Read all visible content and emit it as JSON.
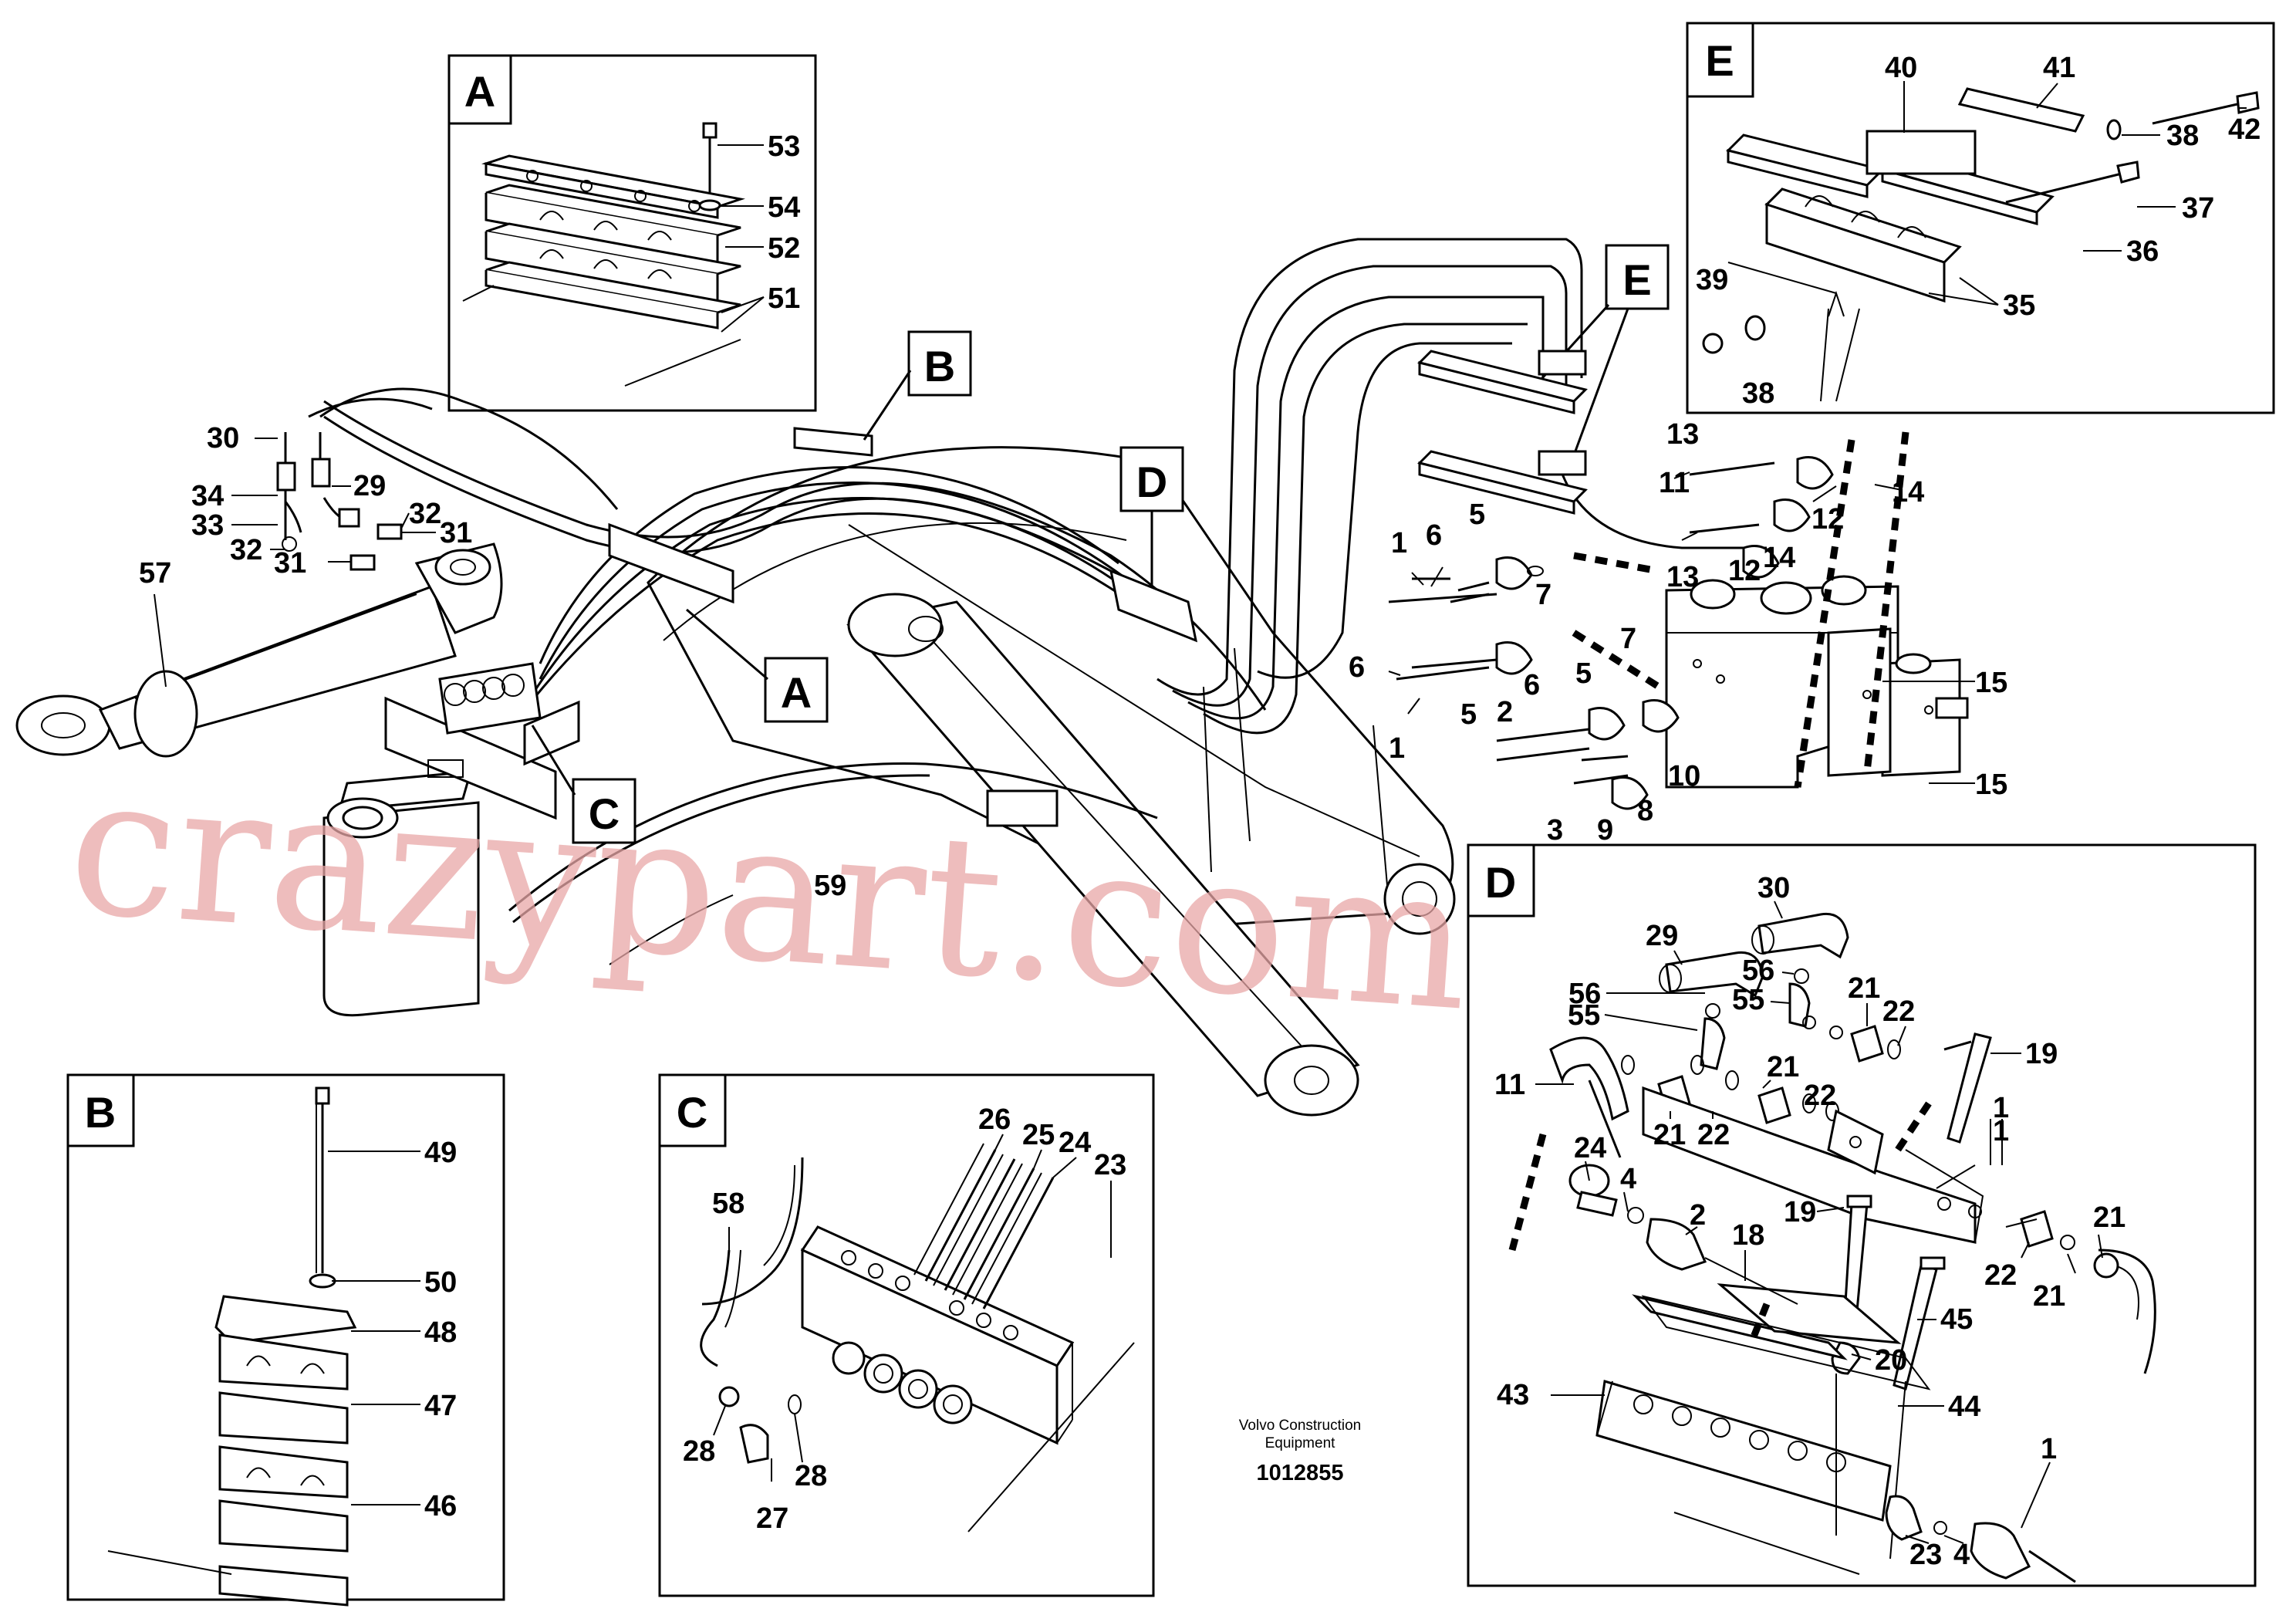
{
  "source": {
    "caption_line1": "Volvo Construction",
    "caption_line2": "Equipment",
    "drawing_number": "1012855"
  },
  "watermark": "crazypart.com",
  "detail_letters": {
    "A": "A",
    "B": "B",
    "C": "C",
    "D": "D",
    "E": "E"
  },
  "labels": {
    "n1": "1",
    "n2": "2",
    "n3": "3",
    "n4": "4",
    "n5": "5",
    "n6": "6",
    "n7": "7",
    "n8": "8",
    "n9": "9",
    "n10": "10",
    "n11": "11",
    "n12": "12",
    "n13": "13",
    "n14": "14",
    "n15": "15",
    "n18": "18",
    "n19": "19",
    "n20": "20",
    "n21": "21",
    "n22": "22",
    "n23": "23",
    "n24": "24",
    "n25": "25",
    "n26": "26",
    "n27": "27",
    "n28": "28",
    "n29": "29",
    "n30": "30",
    "n31": "31",
    "n32": "32",
    "n33": "33",
    "n34": "34",
    "n35": "35",
    "n36": "36",
    "n37": "37",
    "n38": "38",
    "n39": "39",
    "n40": "40",
    "n41": "41",
    "n42": "42",
    "n43": "43",
    "n44": "44",
    "n45": "45",
    "n46": "46",
    "n47": "47",
    "n48": "48",
    "n49": "49",
    "n50": "50",
    "n51": "51",
    "n52": "52",
    "n53": "53",
    "n54": "54",
    "n55": "55",
    "n56": "56",
    "n57": "57",
    "n58": "58",
    "n59": "59"
  }
}
